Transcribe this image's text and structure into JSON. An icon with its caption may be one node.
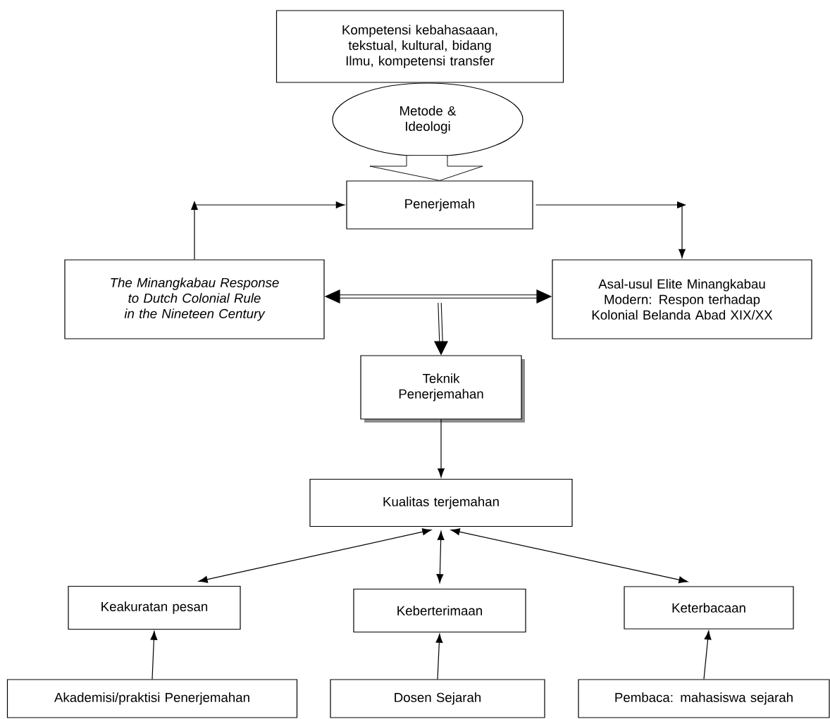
{
  "diagram": {
    "nodes": [
      {
        "text": [
          "Kompetensi kebahasaaan, tekstual, kultural, bidang Ilmu, kompetensi transfer"
        ]
      },
      {
        "text": [
          "Metode & Ideologi"
        ]
      },
      {
        "text": [
          "Penerjemah"
        ]
      },
      {
        "text": [
          "The Minangkabau Response to Dutch Colonial Rule in the Nineteen Century"
        ]
      },
      {
        "text": [
          "Asal-usul Elite Minangkabau Modern: Respon terhadap Kolonial Belanda Abad XIX/XX"
        ]
      },
      {
        "text": [
          "Teknik Penerjemahan"
        ]
      },
      {
        "text": [
          "Kualitas terjemahan"
        ]
      },
      {
        "text": [
          "Keakuratan pesan"
        ]
      },
      {
        "text": [
          "Keberterimaan"
        ]
      },
      {
        "text": [
          "Keterbacaan"
        ]
      },
      {
        "text": [
          "Akademisi/praktisi Penerjemahan"
        ]
      },
      {
        "text": [
          "Dosen Sejarah"
        ]
      },
      {
        "text": [
          "Pembaca: mahasiswa sejarah"
        ]
      }
    ],
    "edges": [
      {
        "from": 1,
        "to": 2,
        "arrow": "to",
        "style": "thick"
      },
      {
        "from": 3,
        "to": 2,
        "arrow": "to"
      },
      {
        "from": 2,
        "to": 4,
        "arrow": "to"
      },
      {
        "from": 3,
        "to": 4,
        "arrow": "both",
        "style": "thick"
      },
      {
        "from": null,
        "to": 5,
        "arrow": "to",
        "style": "thick"
      },
      {
        "from": 5,
        "to": 6,
        "arrow": "to"
      },
      {
        "from": 6,
        "to": 7,
        "arrow": "both"
      },
      {
        "from": 6,
        "to": 8,
        "arrow": "both"
      },
      {
        "from": 6,
        "to": 9,
        "arrow": "both"
      },
      {
        "from": 10,
        "to": 7,
        "arrow": "to"
      },
      {
        "from": 11,
        "to": 8,
        "arrow": "to"
      },
      {
        "from": 12,
        "to": 9,
        "arrow": "to"
      }
    ]
  }
}
